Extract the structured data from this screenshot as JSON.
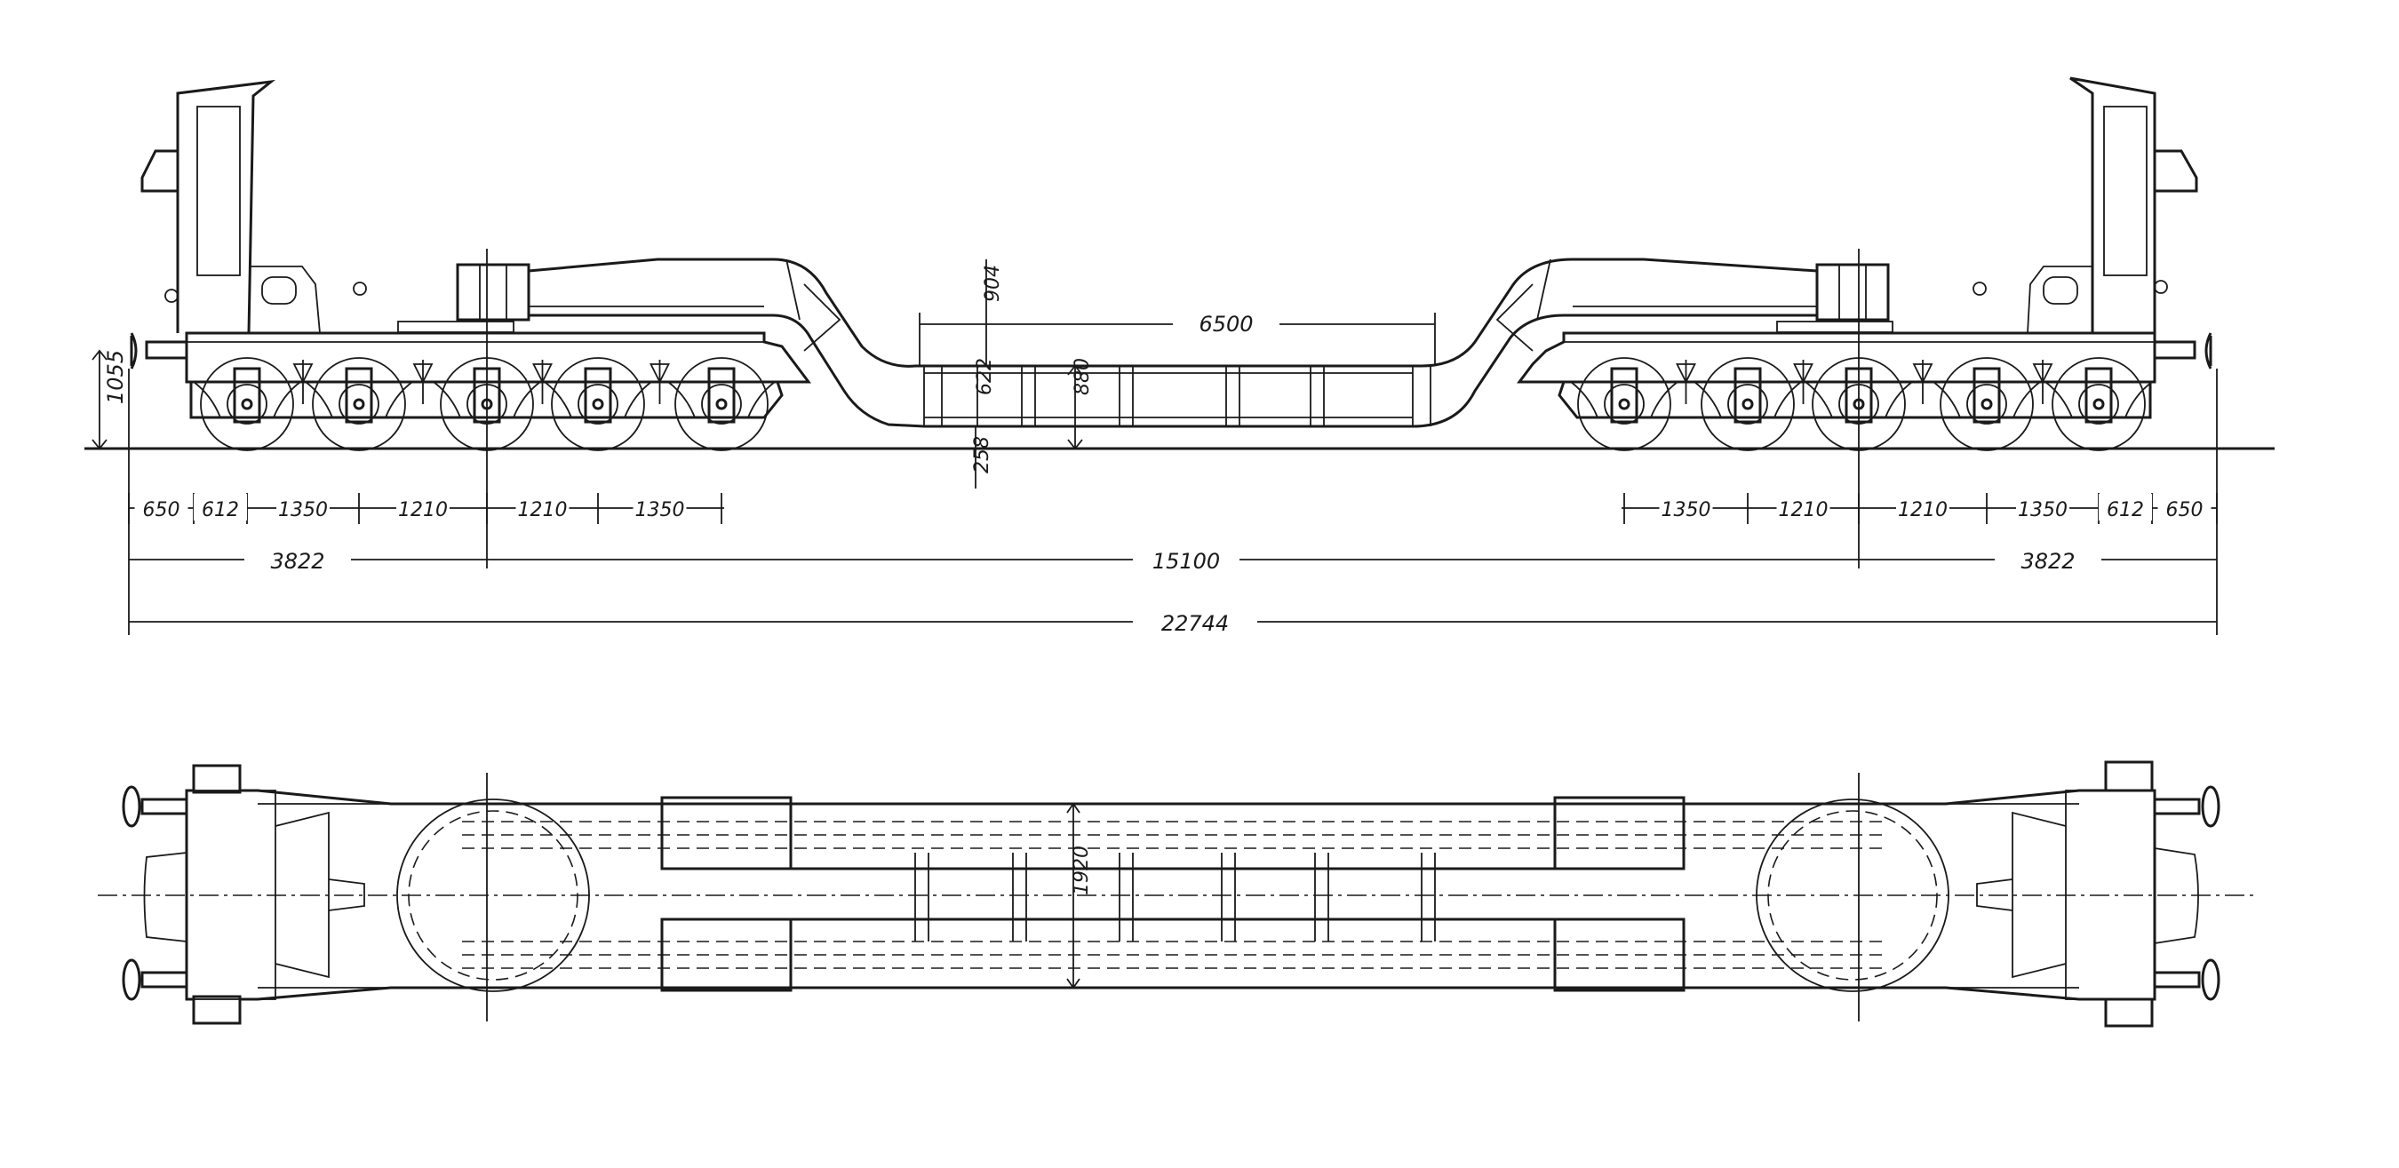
{
  "side_view": {
    "height_labels": {
      "buffer_height": "1055",
      "pit_depth": "904",
      "deck_height": "622",
      "frame_depth": "880",
      "deck_clearance": "258"
    },
    "well_length": "6500",
    "left_spacings": [
      "650",
      "612",
      "1350",
      "1210",
      "1210",
      "1350"
    ],
    "right_spacings": [
      "1350",
      "1210",
      "1210",
      "1350",
      "612",
      "650"
    ],
    "overall_segments": [
      "3822",
      "15100",
      "3822"
    ],
    "overall_length": "22744"
  },
  "plan_view": {
    "width_label": "1920"
  }
}
